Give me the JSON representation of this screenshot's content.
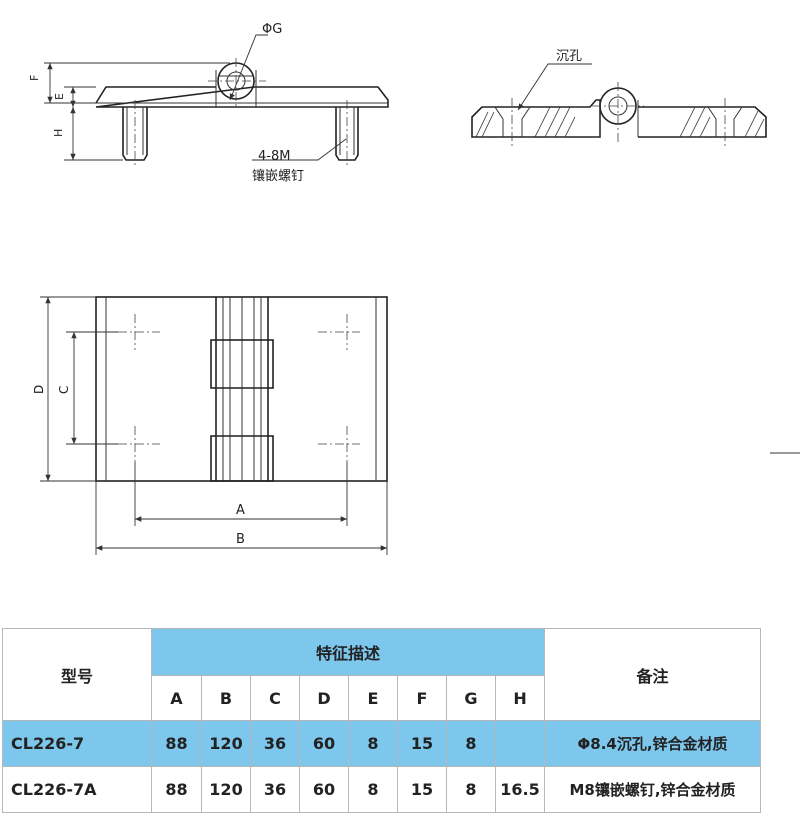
{
  "drawing": {
    "label_phi_g": "ΦG",
    "label_f": "F",
    "label_e": "E",
    "label_h": "H",
    "label_insert": "4-8M",
    "label_insert_cn": "镶嵌螺钉",
    "label_countersink": "沉孔",
    "label_d": "D",
    "label_c": "C",
    "label_a": "A",
    "label_b": "B"
  },
  "table": {
    "header": {
      "model": "型号",
      "features": "特征描述",
      "remarks": "备注",
      "columns": [
        "A",
        "B",
        "C",
        "D",
        "E",
        "F",
        "G",
        "H"
      ]
    },
    "rows": [
      {
        "model": "CL226-7",
        "values": [
          "88",
          "120",
          "36",
          "60",
          "8",
          "15",
          "8",
          ""
        ],
        "remark": "Φ8.4沉孔,锌合金材质"
      },
      {
        "model": "CL226-7A",
        "values": [
          "88",
          "120",
          "36",
          "60",
          "8",
          "15",
          "8",
          "16.5"
        ],
        "remark": "M8镶嵌螺钉,锌合金材质"
      }
    ]
  },
  "colors": {
    "accent_blue": "#7dc6ec",
    "line": "#333333"
  }
}
